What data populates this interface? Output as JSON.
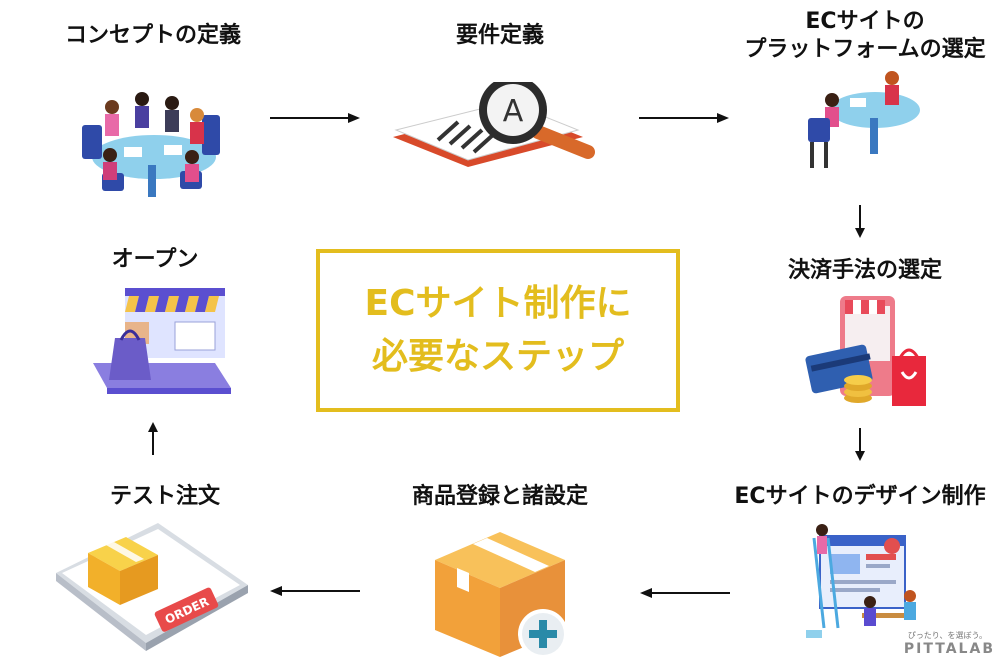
{
  "center": {
    "line1": "ECサイト制作に",
    "line2": "必要なステップ"
  },
  "steps": [
    {
      "label": "コンセプトの定義"
    },
    {
      "label": "要件定義"
    },
    {
      "label_line1": "ECサイトの",
      "label_line2": "プラットフォームの選定"
    },
    {
      "label": "決済手法の選定"
    },
    {
      "label": "ECサイトのデザイン制作"
    },
    {
      "label": "商品登録と諸設定"
    },
    {
      "label": "テスト注文"
    },
    {
      "label": "オープン"
    }
  ],
  "order_button_text": "ORDER",
  "brand": {
    "tagline": "ぴったり、を選ぼう。",
    "name": "PITTALAB"
  },
  "colors": {
    "accent": "#e3bd1e",
    "arrow": "#111111"
  }
}
